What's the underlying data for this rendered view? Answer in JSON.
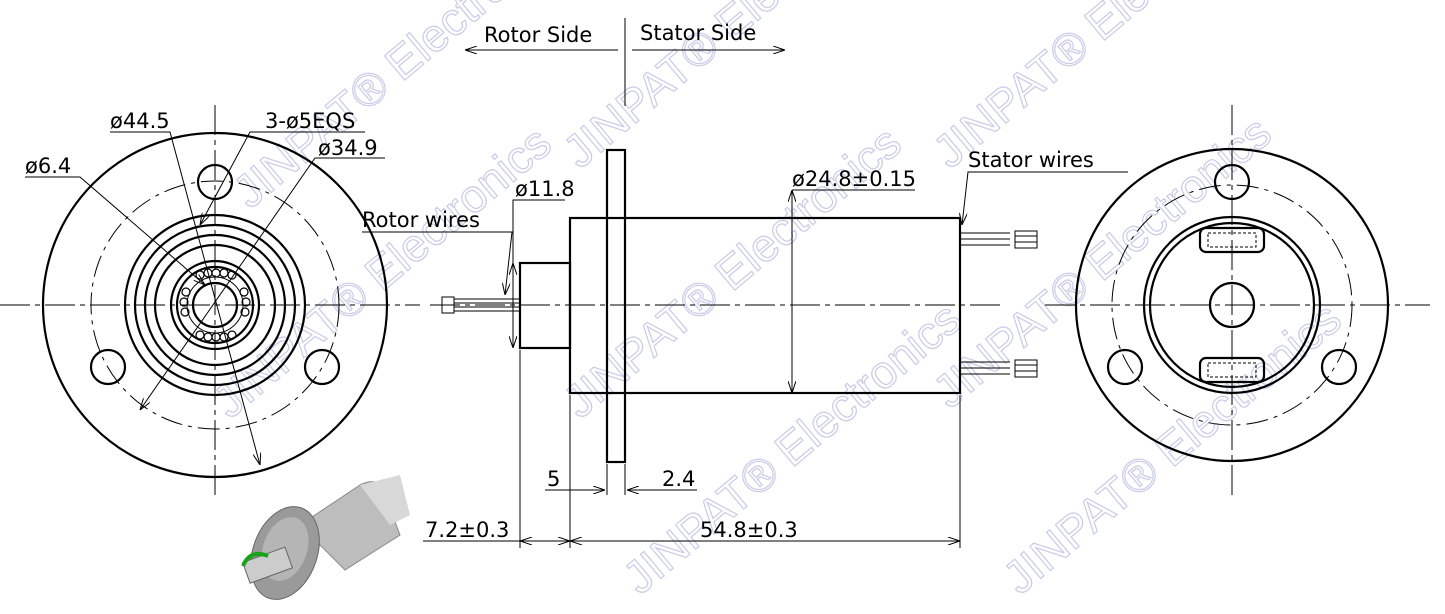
{
  "title_labels": {
    "rotor_side": "Rotor Side",
    "stator_side": "Stator Side"
  },
  "front_view": {
    "d1": "ø44.5",
    "d2": "3-ø5EQS",
    "d3": "ø34.9",
    "d4": "ø6.4"
  },
  "side_view": {
    "rotor_wires": "Rotor wires",
    "stator_wires": "Stator wires",
    "shaft_dia": "ø11.8",
    "body_dia": "ø24.8±0.15",
    "dim_5": "5",
    "dim_flange": "2.4",
    "dim_shaft_len": "7.2±0.3",
    "dim_body_len": "54.8±0.3"
  },
  "watermark": "JINPAT® Electronics",
  "colors": {
    "line": "#000000",
    "watermark": "#c9cbe8",
    "rotation_arrow": "#1aa31a"
  }
}
